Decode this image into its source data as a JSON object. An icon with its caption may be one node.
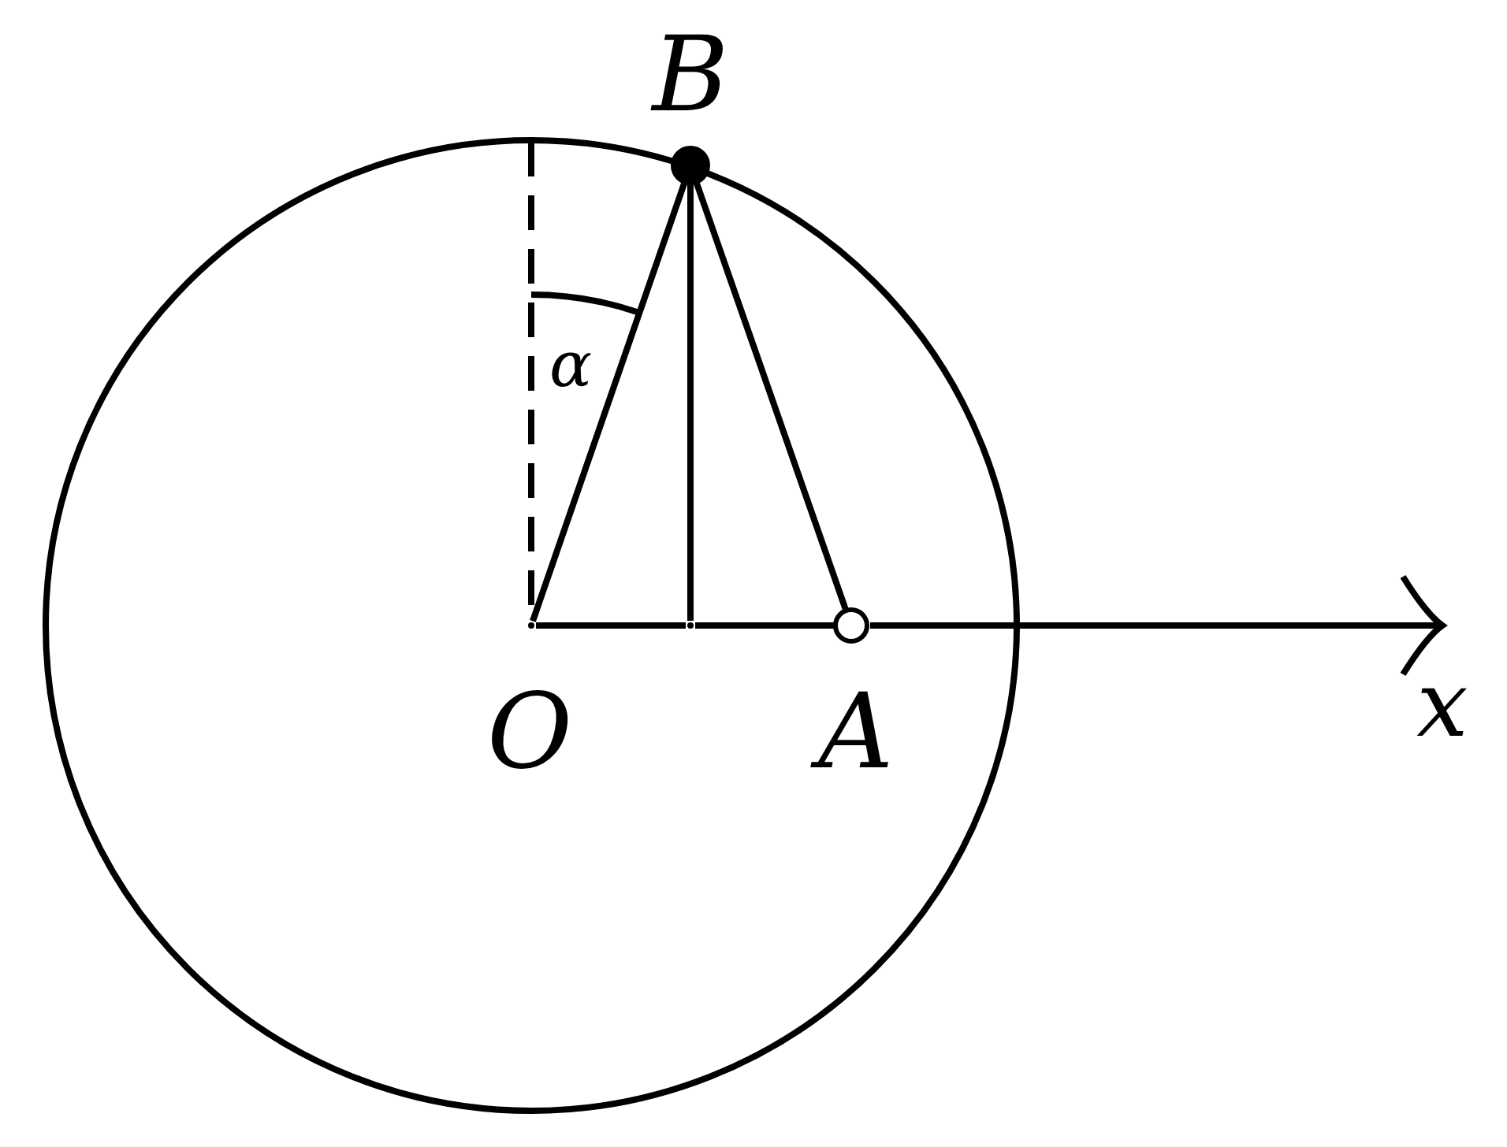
{
  "diagram": {
    "nodes": [
      {
        "text": [],
        "shape": "circle",
        "beside": [
          "B"
        ]
      },
      {
        "text": [],
        "shape": "circle",
        "beside": [
          "A"
        ]
      },
      {
        "text": [],
        "shape": "point",
        "beside": [
          "O"
        ]
      },
      {
        "text": [],
        "shape": "point"
      }
    ],
    "edges": [
      {
        "from": 0,
        "to": 1,
        "arrow": "none"
      },
      {
        "from": 2,
        "to": 0,
        "arrow": "none"
      },
      {
        "from": 0,
        "to": 3,
        "arrow": "none"
      },
      {
        "from": 2,
        "to": 3,
        "arrow": "none"
      },
      {
        "from": 3,
        "to": 1,
        "arrow": "none"
      }
    ],
    "labels": [
      "α",
      "x"
    ]
  }
}
